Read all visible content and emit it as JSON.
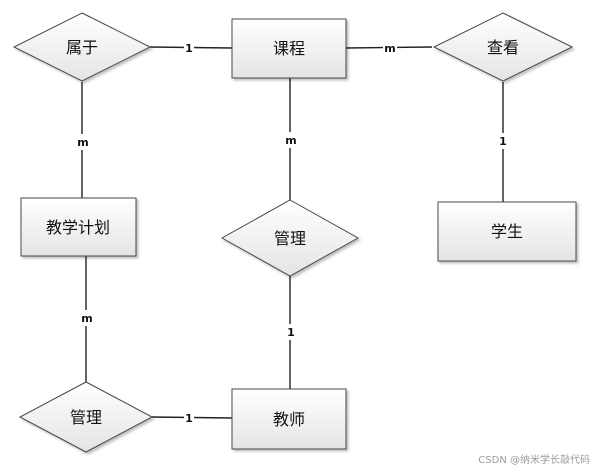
{
  "diagram": {
    "entities": {
      "course": "课程",
      "teaching_plan": "教学计划",
      "student": "学生",
      "teacher": "教师"
    },
    "relations": {
      "belongs_to": "属于",
      "view": "查看",
      "manage_course": "管理",
      "manage_plan": "管理"
    },
    "cardinalities": {
      "belongs_to_course": "1",
      "belongs_to_plan": "m",
      "view_course": "m",
      "view_student": "1",
      "manage_course_course": "m",
      "manage_course_teacher": "1",
      "manage_plan_plan": "m",
      "manage_plan_teacher": "1"
    },
    "colors": {
      "fill_top": "#ffffff",
      "fill_bottom": "#e4e4e4",
      "stroke": "#4a4a4a",
      "line": "#222222"
    }
  },
  "watermark": "CSDN @纳米学长敲代码"
}
